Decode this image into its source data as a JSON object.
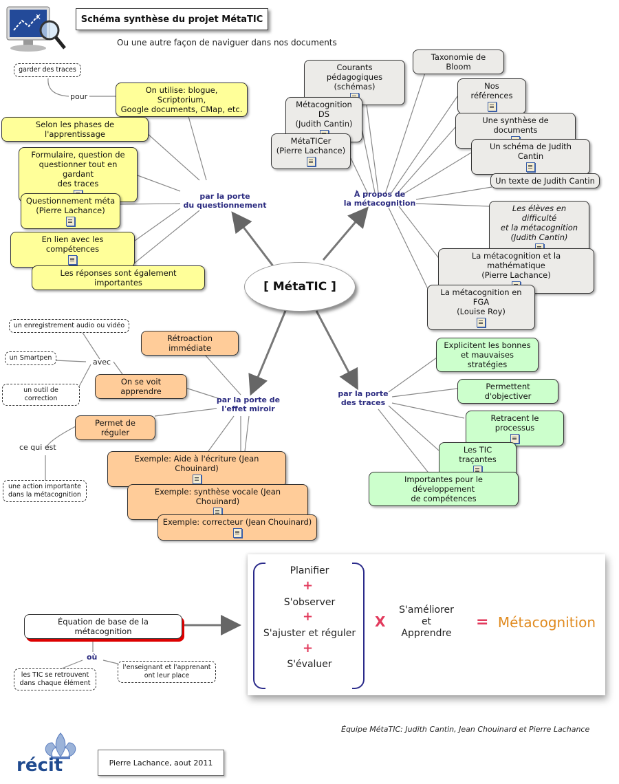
{
  "title": "Schéma synthèse du projet MétaTIC",
  "subtitle": "Ou une autre façon de naviguer dans nos documents",
  "center": "[ MétaTIC ]",
  "questionnement": {
    "label": "par la porte\ndu questionnement",
    "linker": "pour",
    "aside": "garder des traces",
    "items": [
      "On utilise: blogue, Scriptorium,\nGoogle documents, CMap, etc.",
      "Selon les phases de l'apprentissage",
      "Formulaire, question de\nquestionner tout en gardant\ndes traces",
      "Questionnement méta\n(Pierre Lachance)",
      "En lien avec les compétences",
      "Les réponses sont également importantes"
    ]
  },
  "apropos": {
    "label": "À propos de\nla métacognition",
    "items": [
      "Courants pédagogiques\n(schémas)",
      "Métacognition DS\n(Judith Cantin)",
      "MétaTICer\n(Pierre Lachance)",
      "Taxonomie de Bloom",
      "Nos références",
      "Une synthèse de documents",
      "Un schéma de Judith Cantin",
      "Un texte de Judith Cantin",
      "Les élèves en difficulté\net la métacognition\n(Judith Cantin)",
      "La métacognition et la mathématique\n(Pierre Lachance)",
      "La métacognition en FGA\n(Louise Roy)"
    ]
  },
  "miroir": {
    "label": "par la porte de\nl'effet miroir",
    "linker_avec": "avec",
    "linker_cequiest": "ce qui est",
    "asides": [
      "un enregistrement audio ou vidéo",
      "un Smartpen",
      "un outil de correction",
      "une action importante\ndans la métacognition"
    ],
    "items": [
      "Rétroaction immédiate",
      "On se voit apprendre",
      "Permet de réguler",
      "Exemple: Aide à l'écriture (Jean Chouinard)",
      "Exemple: synthèse vocale (Jean Chouinard)",
      "Exemple: correcteur (Jean Chouinard)"
    ]
  },
  "traces": {
    "label": "par la porte\ndes traces",
    "items": [
      "Explicitent les bonnes\net mauvaises stratégies",
      "Permettent d'objectiver",
      "Retracent le processus",
      "Les TIC traçantes",
      "Importantes pour le développement\nde compétences"
    ]
  },
  "equation": {
    "box": "Équation de base de la métacognition",
    "linker": "où",
    "asides": [
      "les TIC se retrouvent\ndans chaque élément",
      "l'enseignant et l'apprenant\nont leur place"
    ],
    "terms": [
      "Planifier",
      "S'observer",
      "S'ajuster et réguler",
      "S'évaluer"
    ],
    "plus": "+",
    "times": "X",
    "multiplier": "S'améliorer\net\nApprendre",
    "equals": "=",
    "result": "Métacognition"
  },
  "credits": "Équipe MétaTIC: Judith Cantin, Jean Chouinard et Pierre Lachance",
  "author_box": "Pierre Lachance, aout 2011",
  "logo_text": "récit",
  "colors": {
    "questionnement": "#ffff99",
    "apropos": "#ecebe8",
    "miroir": "#ffcc99",
    "traces": "#ccffcc",
    "label_blue": "#2b2b80",
    "plus_red": "#e23b5d",
    "result_orange": "#e08a1e",
    "bracket_blue": "#2a2a8a",
    "logo_blue": "#1f4a8f"
  },
  "icons": [
    "monitor-magnifier-icon",
    "document-icon",
    "fleur-de-lis-icon"
  ]
}
